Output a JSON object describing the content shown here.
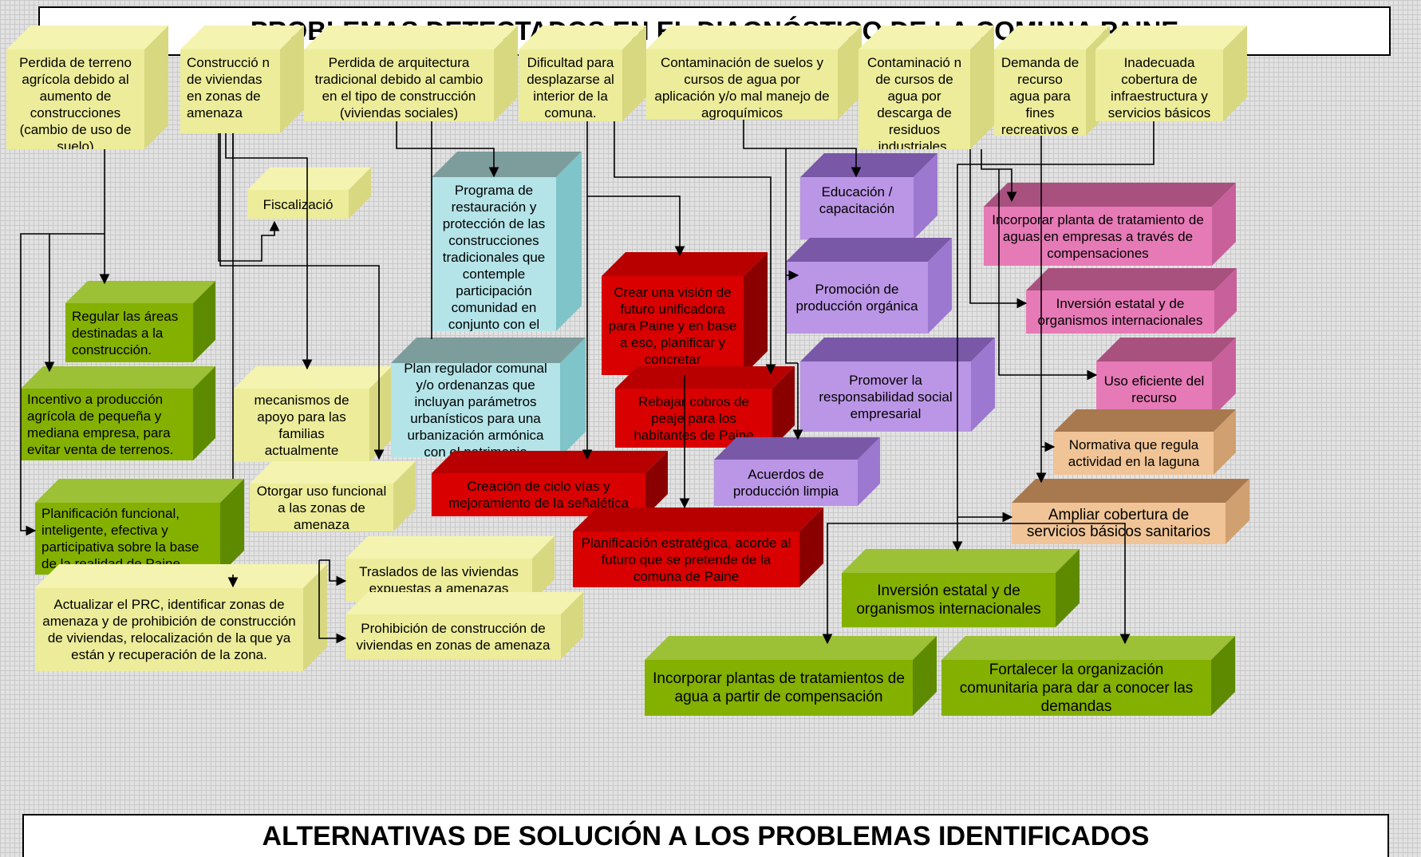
{
  "title": "PROBLEMAS DETECTADOS EN EL DIAGNÓSTICO DE LA COMUNA PAINE",
  "footer": "ALTERNATIVAS DE SOLUCIÓN A LOS PROBLEMAS IDENTIFICADOS",
  "problems": [
    "Perdida de terreno agrícola debido al aumento de construcciones (cambio de uso de suelo)",
    "Construcció n de viviendas en zonas de amenaza",
    "Perdida de arquitectura tradicional debido al cambio en el tipo de construcción (viviendas sociales)",
    "Dificultad para desplazarse al interior de la comuna.",
    "Contaminación de suelos y cursos de agua por aplicación  y/o mal manejo de agroquímicos",
    "Contaminació n de cursos de agua por descarga de residuos industriales.",
    "Demanda de recurso agua para fines recreativos e industriales",
    "Inadecuada cobertura de infraestructura y servicios básicos"
  ],
  "solutions": {
    "regular": "Regular las áreas destinadas a la construcción.",
    "incentivo": "Incentivo a producción agrícola de pequeña y mediana empresa, para evitar venta de terrenos.",
    "planificacion_funcional": "Planificación funcional, inteligente, efectiva y participativa sobre la base de la realidad de Paine.",
    "fiscalizacion": "Fiscalizació",
    "generar": "Generar mecanismos de apoyo para las familias  actualmente afectadas",
    "otorgar": "Otorgar uso funcional a las zonas de amenaza",
    "actualizar": "Actualizar el PRC, identificar zonas de amenaza y de prohibición de construcción de viviendas, relocalización de la que ya están y recuperación de la zona.",
    "traslados": "Traslados de las viviendas expuestas a amenazas",
    "prohibicion": "Prohibición de construcción de viviendas en zonas de amenaza",
    "programa": "Programa de restauración y protección de las construcciones tradicionales que contemple participación comunidad en conjunto con el municipio",
    "plan_regulador": "Plan regulador comunal y/o ordenanzas que incluyan parámetros urbanísticos para una urbanización armónica con el patrimonio",
    "crear_vision": "Crear una visión de futuro unificadora para Paine y en base a eso, planificar y concretar",
    "rebajar": "Rebajar cobros de peaje para los habitantes de Paine",
    "ciclovias": "Creación de ciclo vías y mejoramiento de la señalética",
    "planificacion_estrategica": "Planificación estratégica, acorde al futuro que se pretende de la comuna de Paine",
    "educacion": "Educación / capacitación",
    "promocion": "Promoción de producción orgánica",
    "responsabilidad": "Promover la responsabilidad social empresarial",
    "acuerdos": "Acuerdos de producción limpia",
    "incorporar_planta": "Incorporar planta de tratamiento de aguas en empresas a través de compensaciones",
    "inversion_1": "Inversión estatal y de organismos internacionales",
    "uso_eficiente": "Uso eficiente del recurso",
    "normativa": "Normativa que regula actividad en la laguna",
    "ampliar": "Ampliar cobertura de servicios básicos sanitarios",
    "inversion_2": "Inversión estatal y de organismos internacionales",
    "incorporar_plantas": "Incorporar plantas de tratamientos de agua a partir de compensación",
    "fortalecer": "Fortalecer la organización comunitaria para dar a conocer las demandas"
  },
  "colors": {
    "problem_yellow": "#ecec9a",
    "green": "#84b000",
    "cyan": "#b4e4e8",
    "red": "#d80000",
    "purple": "#bb96e6",
    "pink": "#e67ab6",
    "orange": "#f0c496"
  }
}
